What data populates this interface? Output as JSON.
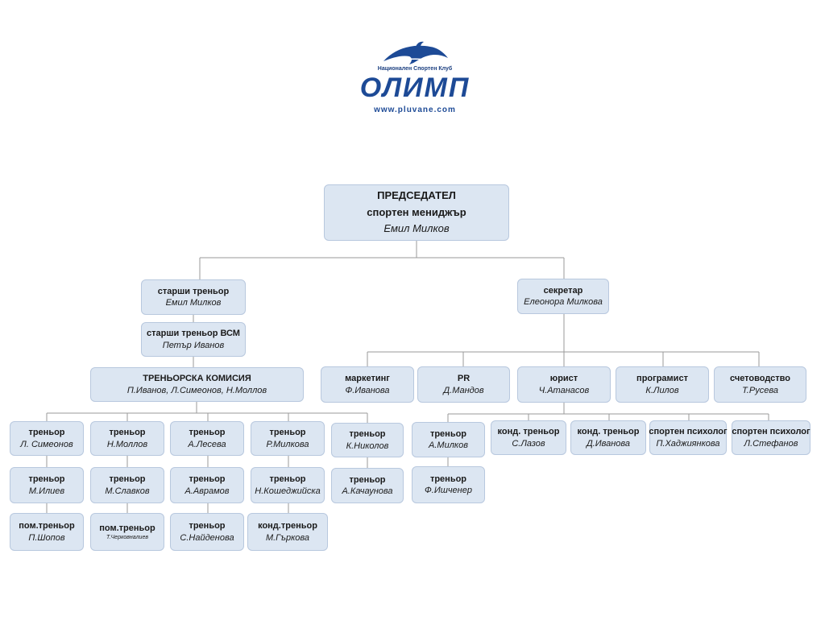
{
  "logo": {
    "tagline": "Национален Спортен Клуб",
    "brand": "ОЛИМП",
    "url": "www.pluvane.com"
  },
  "colors": {
    "box_fill": "#dce6f2",
    "box_border": "#b8c8de",
    "connector": "#9a9a9a",
    "brand_blue": "#1d4a96"
  },
  "chairman": {
    "role": "ПРЕДСЕДАТЕЛ",
    "title": "спортен мениджър",
    "name": "Емил Милков"
  },
  "senior_coach": {
    "role": "старши треньор",
    "name": "Емил Милков"
  },
  "senior_coach_vsm": {
    "role": "старши треньор ВСМ",
    "name": "Петър Иванов"
  },
  "coach_commission": {
    "role": "ТРЕНЬОРСКА КОМИСИЯ",
    "name": "П.Иванов, Л.Симеонов, Н.Моллов"
  },
  "secretary": {
    "role": "секретар",
    "name": "Елеонора Милкова"
  },
  "staff": [
    {
      "role": "маркетинг",
      "name": "Ф.Иванова"
    },
    {
      "role": "PR",
      "name": "Д.Мандов"
    },
    {
      "role": "юрист",
      "name": "Ч.Атанасов"
    },
    {
      "role": "програмист",
      "name": "К.Лилов"
    },
    {
      "role": "счетоводство",
      "name": "Т.Русева"
    }
  ],
  "coach_columns": [
    [
      {
        "role": "треньор",
        "name": "Л. Симеонов"
      },
      {
        "role": "треньор",
        "name": "М.Илиев"
      },
      {
        "role": "пом.треньор",
        "name": "П.Шопов"
      }
    ],
    [
      {
        "role": "треньор",
        "name": "Н.Моллов"
      },
      {
        "role": "треньор",
        "name": "М.Славков"
      },
      {
        "role": "пом.треньор",
        "name": "Т.Черковналиев"
      }
    ],
    [
      {
        "role": "треньор",
        "name": "А.Лесева"
      },
      {
        "role": "треньор",
        "name": "А.Аврамов"
      },
      {
        "role": "треньор",
        "name": "С.Найденова"
      }
    ],
    [
      {
        "role": "треньор",
        "name": "Р.Милкова"
      },
      {
        "role": "треньор",
        "name": "Н.Кошеджийска"
      },
      {
        "role": "конд.треньор",
        "name": "М.Гъркова"
      }
    ],
    [
      {
        "role": "треньор",
        "name": "К.Николов"
      },
      {
        "role": "треньор",
        "name": "А.Качаунова"
      }
    ],
    [
      {
        "role": "треньор",
        "name": "А.Милков"
      },
      {
        "role": "треньор",
        "name": "Ф.Ишченер"
      }
    ]
  ],
  "specialists": [
    {
      "role": "конд. треньор",
      "name": "С.Лазов"
    },
    {
      "role": "конд. треньор",
      "name": "Д.Иванова"
    },
    {
      "role": "спортен психолог",
      "name": "П.Хаджиянкова"
    },
    {
      "role": "спортен психолог",
      "name": "Л.Стефанов"
    }
  ]
}
